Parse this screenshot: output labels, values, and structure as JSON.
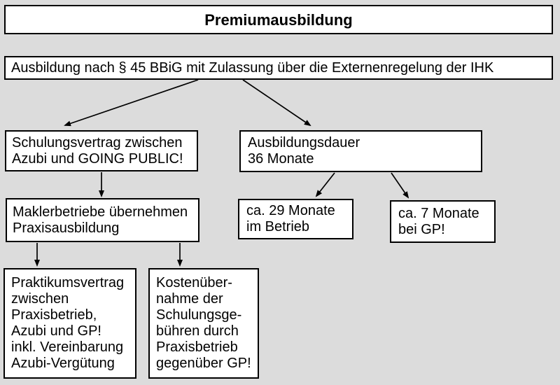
{
  "theme": {
    "background": "#dcdcdc",
    "box_fill": "#ffffff",
    "box_border": "#000000",
    "text_color": "#000000"
  },
  "title": "Premiumausbildung",
  "subtitle": "Ausbildung nach § 45 BBiG mit Zulassung über die Externenregelung der IHK",
  "nodes": {
    "schulungsvertrag": "Schulungsvertrag zwischen\nAzubi und GOING PUBLIC!",
    "ausbildungsdauer": "Ausbildungsdauer\n36 Monate",
    "maklerbetriebe": "Maklerbetriebe übernehmen\nPraxisausbildung",
    "monate_betrieb": "ca. 29 Monate\nim Betrieb",
    "monate_gp": "ca. 7 Monate\nbei GP!",
    "praktikumsvertrag": "Praktikumsvertrag\nzwischen\nPraxisbetrieb,\nAzubi und GP!\ninkl. Vereinbarung\nAzubi-Vergütung",
    "kostenuebernahme": "Kostenüber-\nnahme der\nSchulungsge-\nbühren durch\nPraxisbetrieb\ngegenüber GP!"
  },
  "connections": [
    {
      "from": "subtitle",
      "to": "schulungsvertrag"
    },
    {
      "from": "subtitle",
      "to": "ausbildungsdauer"
    },
    {
      "from": "schulungsvertrag",
      "to": "maklerbetriebe"
    },
    {
      "from": "ausbildungsdauer",
      "to": "monate_betrieb"
    },
    {
      "from": "ausbildungsdauer",
      "to": "monate_gp"
    },
    {
      "from": "maklerbetriebe",
      "to": "praktikumsvertrag"
    },
    {
      "from": "maklerbetriebe",
      "to": "kostenuebernahme"
    }
  ]
}
